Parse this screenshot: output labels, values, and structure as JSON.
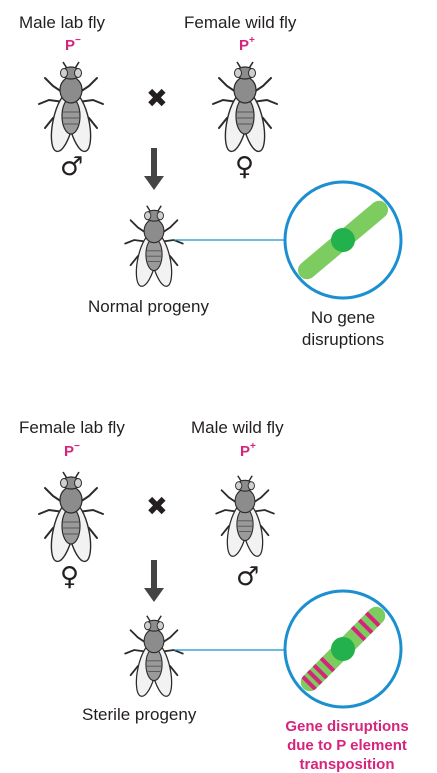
{
  "cross1": {
    "male_label": "Male lab fly",
    "male_p": "P",
    "male_p_sign": "−",
    "female_label": "Female wild fly",
    "female_p": "P",
    "female_p_sign": "+",
    "male_symbol": "♂",
    "female_symbol": "♀",
    "cross_symbol": "✖",
    "progeny_label": "Normal progeny",
    "outcome_line1": "No gene",
    "outcome_line2": "disruptions"
  },
  "cross2": {
    "female_label": "Female lab fly",
    "female_p": "P",
    "female_p_sign": "−",
    "male_label": "Male wild fly",
    "male_p": "P",
    "male_p_sign": "+",
    "female_symbol": "♀",
    "male_symbol": "♂",
    "cross_symbol": "✖",
    "progeny_label": "Sterile progeny",
    "outcome_line1": "Gene disruptions",
    "outcome_line2": "due to P element",
    "outcome_line3": "transposition"
  },
  "colors": {
    "magenta": "#d6247d",
    "circle_border": "#1b8fd0",
    "chromosome_green": "#7ccc5f",
    "centromere_green": "#22b14c",
    "fly_gray": "#8c8c8c",
    "wing": "#f2f2f2"
  }
}
